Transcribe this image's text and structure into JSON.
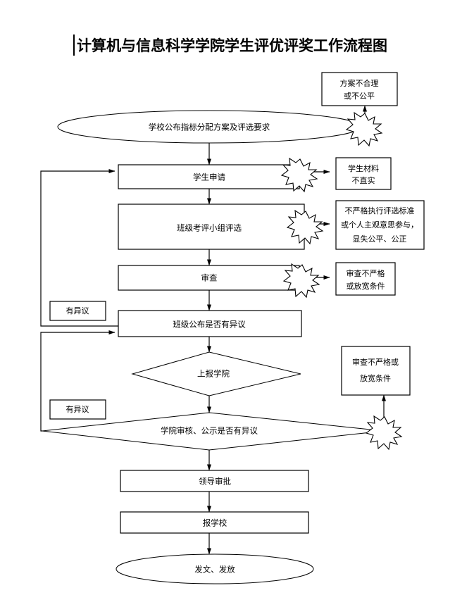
{
  "document": {
    "title": "计算机与信息科学学院学生评优评奖工作流程图"
  },
  "chart_data": {
    "type": "diagram",
    "diagram_kind": "flowchart",
    "title": "计算机与信息科学学院学生评优评奖工作流程图",
    "orientation": "top-to-bottom",
    "nodes": [
      {
        "id": "n1",
        "shape": "ellipse",
        "label": "学校公布指标分配方案及评选要求"
      },
      {
        "id": "n2",
        "shape": "rectangle",
        "label": "学生申请"
      },
      {
        "id": "n3",
        "shape": "rectangle",
        "label": "班级考评小组评选"
      },
      {
        "id": "n4",
        "shape": "rectangle",
        "label": "审查"
      },
      {
        "id": "n5",
        "shape": "rectangle",
        "label": "班级公布是否有异议"
      },
      {
        "id": "n6",
        "shape": "diamond",
        "label": "上报学院"
      },
      {
        "id": "n7",
        "shape": "diamond",
        "label": "学院审核、公示是否有异议"
      },
      {
        "id": "n8",
        "shape": "rectangle",
        "label": "领导审批"
      },
      {
        "id": "n9",
        "shape": "rectangle",
        "label": "报学校"
      },
      {
        "id": "n10",
        "shape": "ellipse",
        "label": "发文、发放"
      }
    ],
    "risk_notes": [
      {
        "id": "r1",
        "lines": [
          "方案不合理",
          "或不公平"
        ],
        "attached_to": "n1"
      },
      {
        "id": "r2",
        "lines": [
          "学生材料",
          "不真实"
        ],
        "attached_to": "n2"
      },
      {
        "id": "r3",
        "lines": [
          "不严格执行评选标准",
          "或个人主观意思参与，",
          "显失公平、公正"
        ],
        "attached_to": "n3"
      },
      {
        "id": "r4",
        "lines": [
          "审查不严格",
          "或放宽条件"
        ],
        "attached_to": "n4"
      },
      {
        "id": "r5",
        "lines": [
          "审查不严格或",
          "放宽条件"
        ],
        "attached_to": "n7"
      }
    ],
    "edge_labels": [
      {
        "id": "e1",
        "label": "有异议",
        "from": "n5",
        "to": "n2"
      },
      {
        "id": "e2",
        "label": "有异议",
        "from": "n7",
        "to": "n5"
      }
    ],
    "edges": [
      {
        "from": "n1",
        "to": "n2"
      },
      {
        "from": "n2",
        "to": "n3"
      },
      {
        "from": "n3",
        "to": "n4"
      },
      {
        "from": "n4",
        "to": "n5"
      },
      {
        "from": "n5",
        "to": "n6"
      },
      {
        "from": "n6",
        "to": "n7"
      },
      {
        "from": "n7",
        "to": "n8"
      },
      {
        "from": "n8",
        "to": "n9"
      },
      {
        "from": "n9",
        "to": "n10"
      },
      {
        "from": "n5",
        "to": "n2",
        "label": "有异议",
        "style": "feedback-left"
      },
      {
        "from": "n7",
        "to": "n5",
        "label": "有异议",
        "style": "feedback-left"
      }
    ]
  },
  "nodes": {
    "n1": {
      "label": "学校公布指标分配方案及评选要求"
    },
    "n2": {
      "label": "学生申请"
    },
    "n3": {
      "label": "班级考评小组评选"
    },
    "n4": {
      "label": "审查"
    },
    "n5": {
      "label": "班级公布是否有异议"
    },
    "n6": {
      "label": "上报学院"
    },
    "n7": {
      "label": "学院审核、公示是否有异议"
    },
    "n8": {
      "label": "领导审批"
    },
    "n9": {
      "label": "报学校"
    },
    "n10": {
      "label": "发文、发放"
    }
  },
  "notes": {
    "r1": {
      "line1": "方案不合理",
      "line2": "或不公平"
    },
    "r2": {
      "line1": "学生材料",
      "line2": "不直实"
    },
    "r3": {
      "line1": "不严格执行评选标准",
      "line2": "或个人主观意思参与，",
      "line3": "显失公平、公正"
    },
    "r4": {
      "line1": "审查不严格",
      "line2": "或放宽条件"
    },
    "r5": {
      "line1": "审查不严格或",
      "line2": "放宽条件"
    }
  },
  "labels": {
    "objection1": "有异议",
    "objection2": "有异议"
  },
  "colors": {
    "stroke": "#000000",
    "fill": "#ffffff",
    "background": "#ffffff"
  }
}
